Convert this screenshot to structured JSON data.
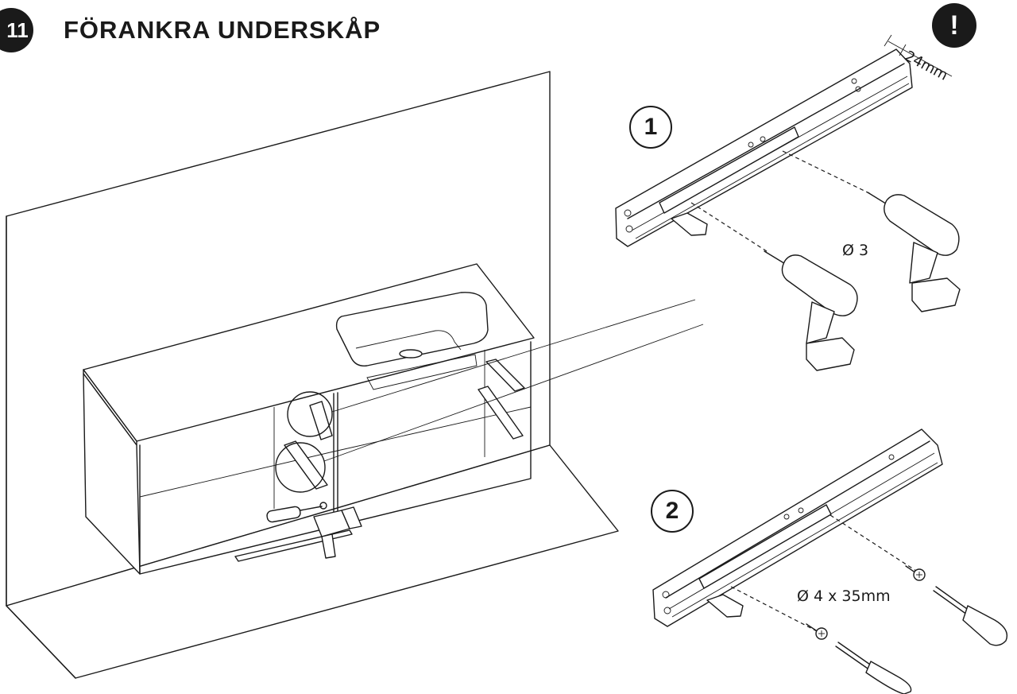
{
  "header": {
    "step_number": "11",
    "title": "FÖRANKRA UNDERSKÅP",
    "warning_symbol": "!"
  },
  "steps": [
    {
      "number": "1",
      "drill_label": "Ø 3",
      "dimension_label": "24mm"
    },
    {
      "number": "2",
      "screw_label": "Ø 4 x 35mm"
    }
  ],
  "colors": {
    "ink": "#1a1a1a",
    "background": "#ffffff"
  }
}
